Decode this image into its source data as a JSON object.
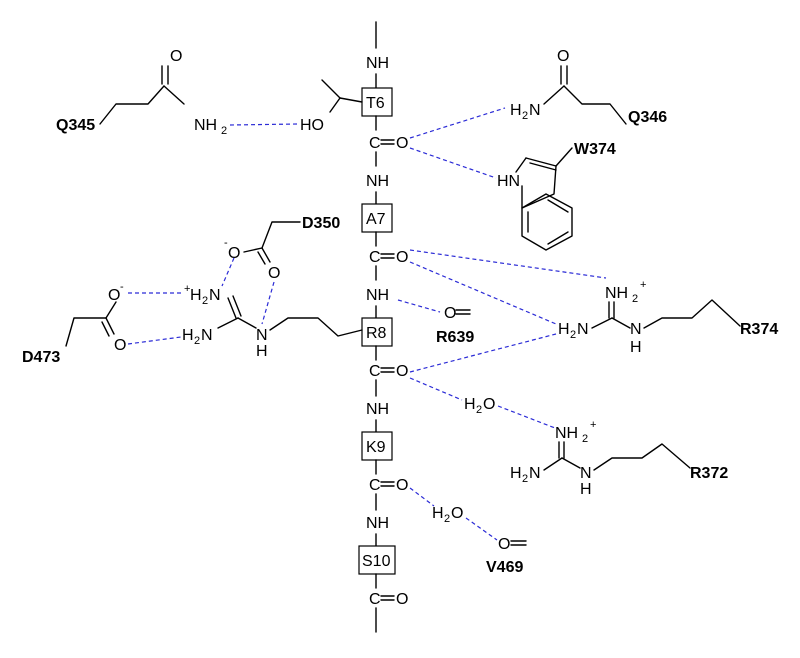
{
  "backbone": {
    "residues": [
      {
        "id": "T6",
        "label": "T6"
      },
      {
        "id": "A7",
        "label": "A7"
      },
      {
        "id": "R8",
        "label": "R8"
      },
      {
        "id": "K9",
        "label": "K9"
      },
      {
        "id": "S10",
        "label": "S10"
      }
    ],
    "nh": "NH",
    "carbonyl_c": "C",
    "carbonyl_o": "O",
    "o_inline": "O"
  },
  "atoms": {
    "o": "O",
    "ho": "HO",
    "h": "H",
    "n": "N",
    "hn": "HN",
    "nh2": "NH",
    "h2n": "H",
    "h2n_n": "N",
    "h2o_h": "H",
    "h2o_o": "O",
    "sub2": "2",
    "minus": "-",
    "plus": "+",
    "plus_left": "+"
  },
  "residues": {
    "q345": "Q345",
    "q346": "Q346",
    "w374": "W374",
    "d350": "D350",
    "d473": "D473",
    "r639": "R639",
    "r374": "R374",
    "r372": "R372",
    "v469": "V469"
  },
  "colors": {
    "hbond": "#2b2bd6",
    "bond": "#000000"
  }
}
